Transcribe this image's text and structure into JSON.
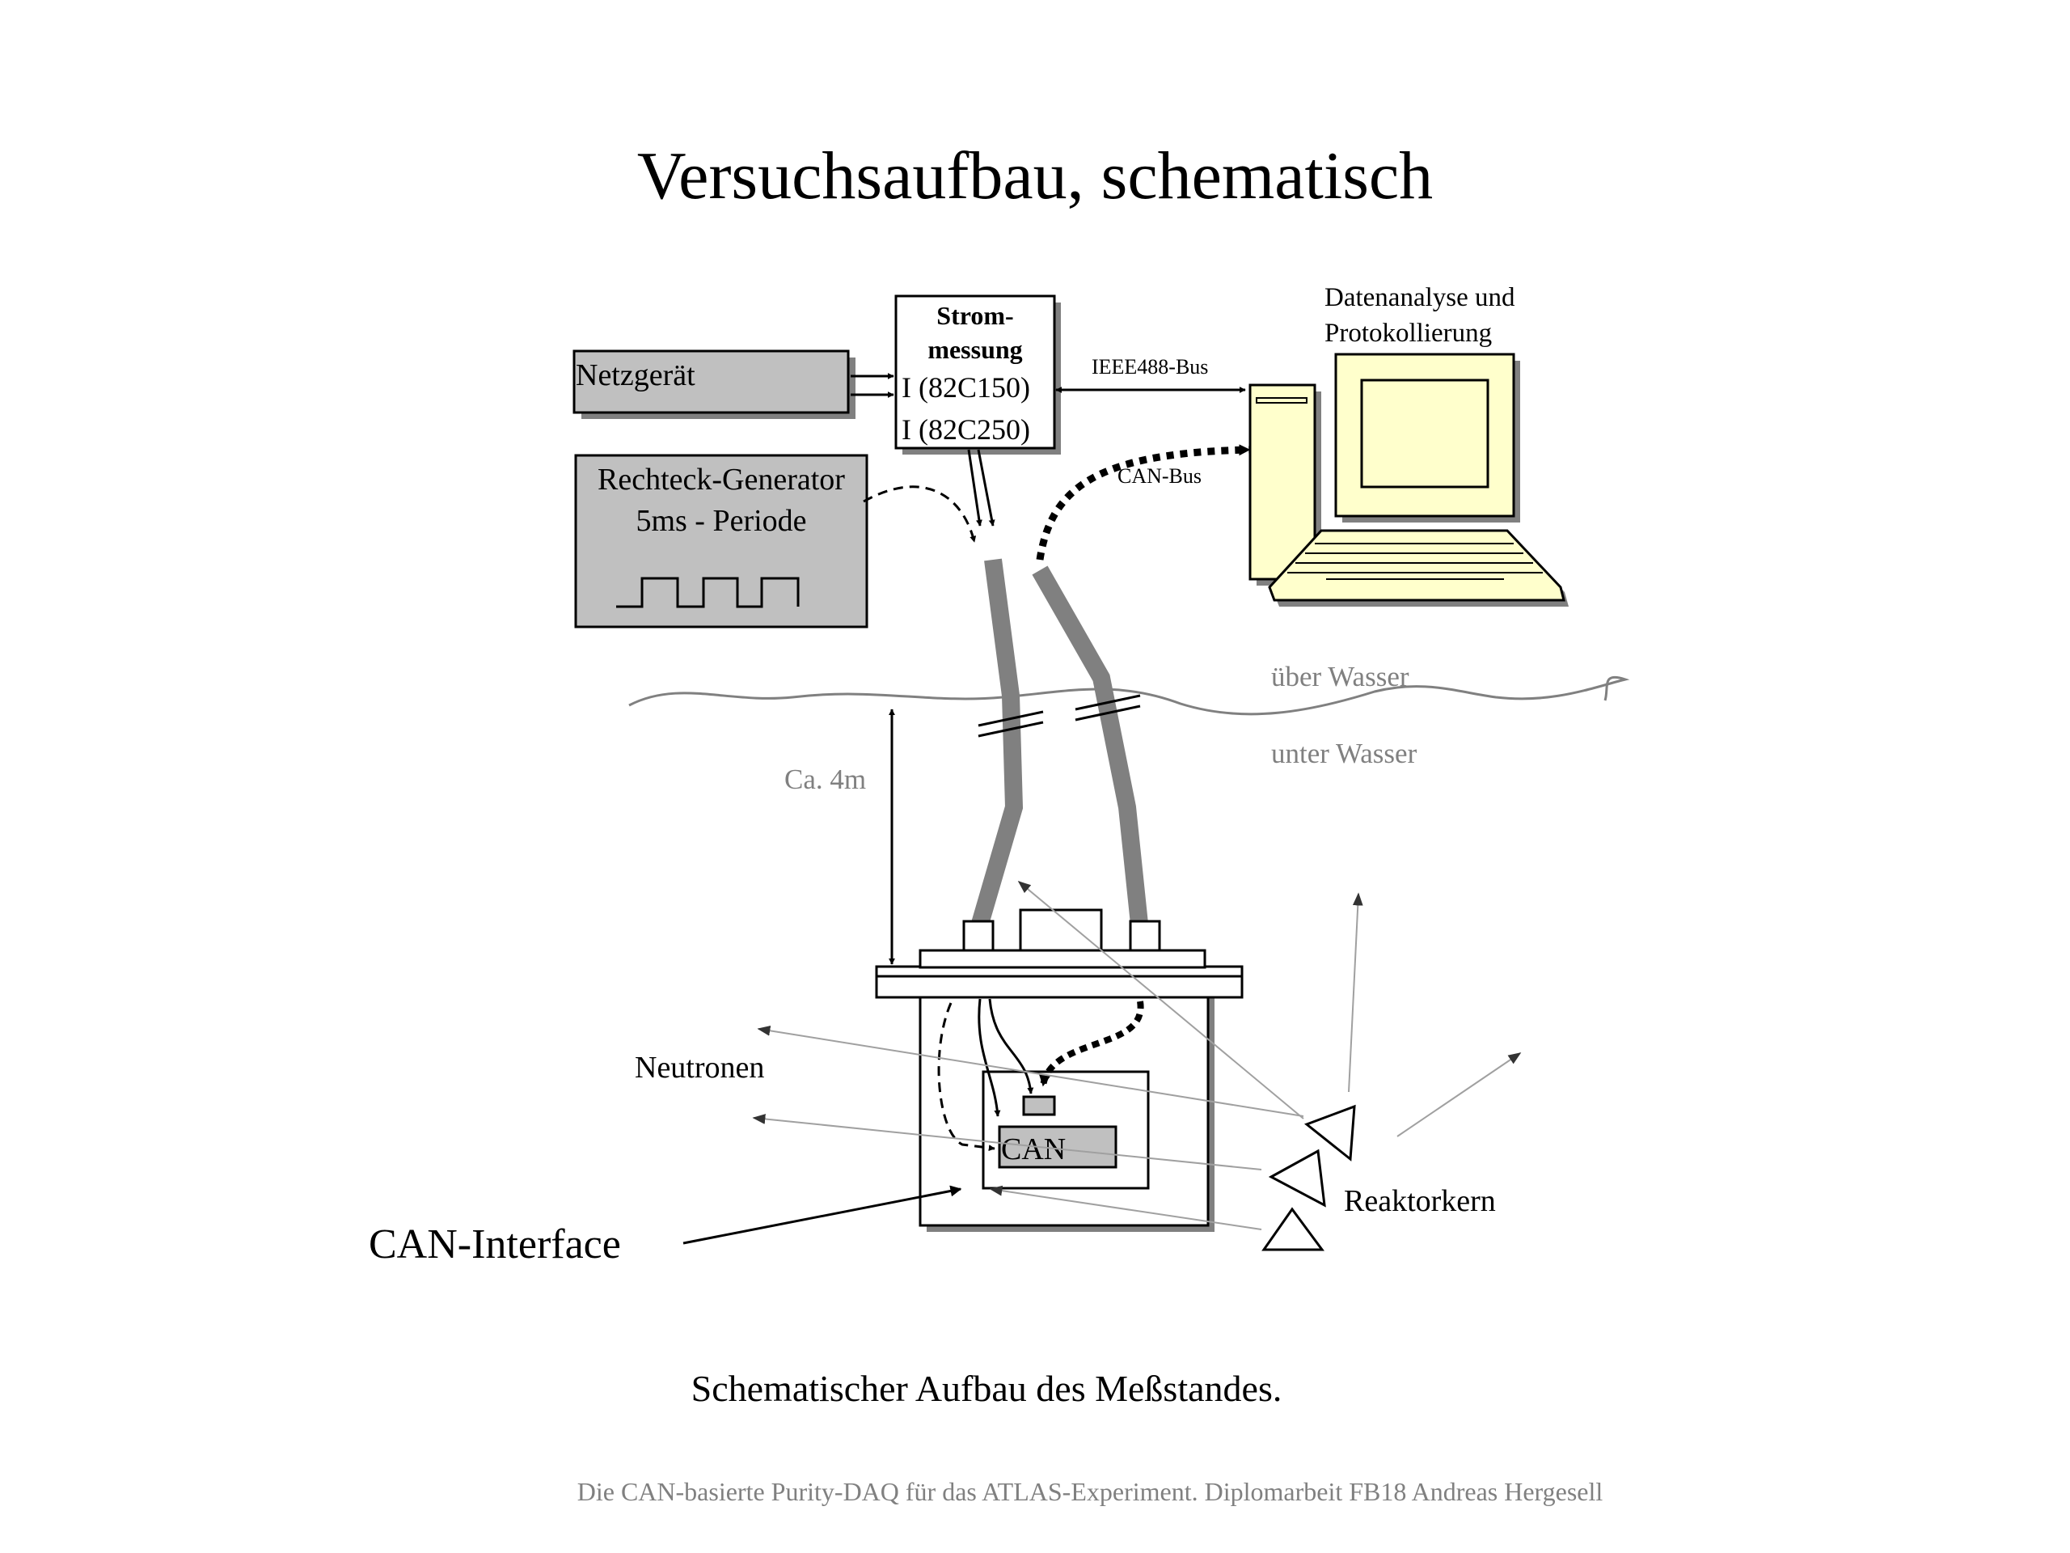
{
  "slide": {
    "title": "Versuchsaufbau, schematisch",
    "caption": "Schematischer Aufbau des Meßstandes.",
    "footer": "Die CAN-basierte Purity-DAQ  für das ATLAS-Experiment. Diplomarbeit FB18 Andreas Hergesell"
  },
  "diagram": {
    "netzgeraet": "Netzgerät",
    "strom_line1": "Strom-",
    "strom_line2": "messung",
    "strom_i1": "I (82C150)",
    "strom_i2": "I (82C250)",
    "ieee_bus": "IEEE488-Bus",
    "can_bus": "CAN-Bus",
    "pc_line1": "Datenanalyse und",
    "pc_line2": "Protokollierung",
    "generator_line1": "Rechteck-Generator",
    "generator_line2": "5ms - Periode",
    "ueber_wasser": "über Wasser",
    "unter_wasser": "unter Wasser",
    "depth": "Ca. 4m",
    "neutronen": "Neutronen",
    "can_chip": "CAN",
    "can_interface": "CAN-Interface",
    "reaktorkern": "Reaktorkern"
  },
  "colors": {
    "box_gray": "#c0c0c0",
    "shadow": "#808080",
    "cable_gray": "#808080",
    "computer_yellow": "#ffffcc",
    "water_text": "#808080",
    "footer_text": "#808080"
  }
}
